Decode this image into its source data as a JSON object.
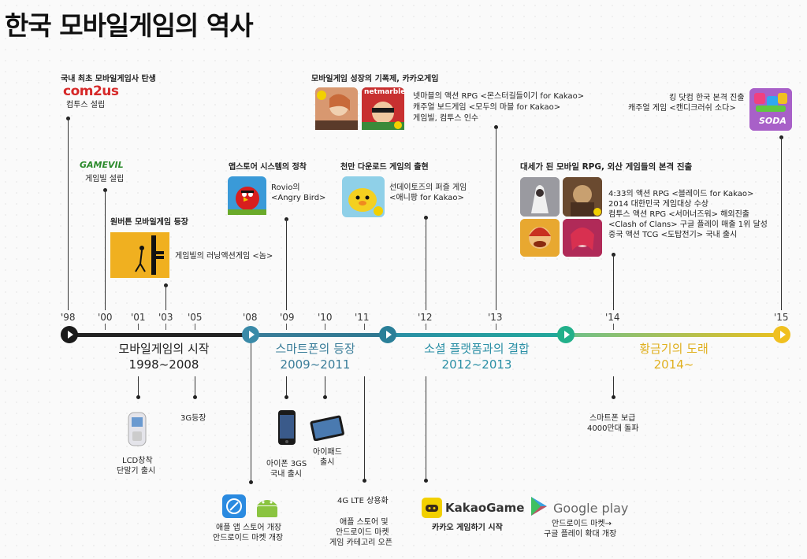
{
  "title": "한국 모바일게임의 역사",
  "years": [
    "'98",
    "'00",
    "'01",
    "'03",
    "'05",
    "'08",
    "'09",
    "'10",
    "'11",
    "'12",
    "'13",
    "'14",
    "'15"
  ],
  "eras": [
    {
      "name": "모바일게임의 시작",
      "range": "1998~2008",
      "color": "#222222"
    },
    {
      "name": "스마트폰의 등장",
      "range": "2009~2011",
      "color": "#3a7d99"
    },
    {
      "name": "소셜 플랫폼과의 결합",
      "range": "2012~2013",
      "color": "#2a8fa5"
    },
    {
      "name": "황금기의 도래",
      "range": "2014~",
      "color": "#e8b820"
    }
  ],
  "logos": {
    "com2us": "com2us",
    "gamevil": "GAMEVIL",
    "netmarble": "netmarble",
    "kakaogame": "KakaoGame",
    "googleplay": "Google play",
    "sodaLabel": "SODA"
  },
  "events_top": {
    "com2us_title": "국내 최초 모바일게임사 탄생",
    "com2us_desc": "컴투스 설립",
    "gamevil_desc": "게임빌 설립",
    "nom_title": "원버튼 모바일게임 등장",
    "nom_desc": "게임빌의 러닝액션게임 <놈>",
    "appstore_title": "앱스토어 시스템의 정착",
    "appstore_desc1": "Rovio의",
    "appstore_desc2": "<Angry Bird>",
    "anipang_title": "천만 다운로드 게임의 출현",
    "anipang_desc1": "선데이토즈의 퍼즐 게임",
    "anipang_desc2": "<애니팡 for Kakao>",
    "kakao_title": "모바일게임 성장의 기폭제, 카카오게임",
    "kakao_desc1": "넷마블의 액션 RPG <몬스터길들이기 for Kakao>",
    "kakao_desc2": "캐주얼 보드게임 <모두의 마블 for Kakao>",
    "kakao_desc3": "게임빌, 컴투스 인수",
    "rpg_title": "대세가 된 모바일 RPG, 외산 게임들의 본격 진출",
    "rpg_desc1": "4:33의 액션 RPG <블레이드 for Kakao>",
    "rpg_desc2": "2014 대한민국 게임대상 수상",
    "rpg_desc3": "컴투스 액션 RPG <서머너즈워> 해외진출",
    "rpg_desc4": "<Clash of Clans> 구글 플레이 매출 1위 달성",
    "rpg_desc5": "중국 액션 TCG <도탑전기> 국내 출시",
    "king_desc1": "킹 닷컴 한국 본격 진출",
    "king_desc2": "캐주얼 게임 <캔디크러쉬 소다>"
  },
  "events_bottom": {
    "lcd1": "LCD창착",
    "lcd2": "단말기 출시",
    "g3": "3G등장",
    "iphone1": "아이폰 3GS",
    "iphone2": "국내 출시",
    "ipad1": "아이패드",
    "ipad2": "출시",
    "appstore1": "애플 앱 스토어 개장",
    "appstore2": "안드로이드 마켓 개장",
    "lte": "4G LTE 상용화",
    "cat1": "애플 스토어 및",
    "cat2": "안드로이드 마켓",
    "cat3": "게임 카테고리 오픈",
    "kakao_start": "카카오 게임하기 시작",
    "gp1": "안드로이드 마켓→",
    "gp2": "구글 플레이 확대 개장",
    "smart1": "스마트폰 보급",
    "smart2": "4000만대 돌파"
  }
}
